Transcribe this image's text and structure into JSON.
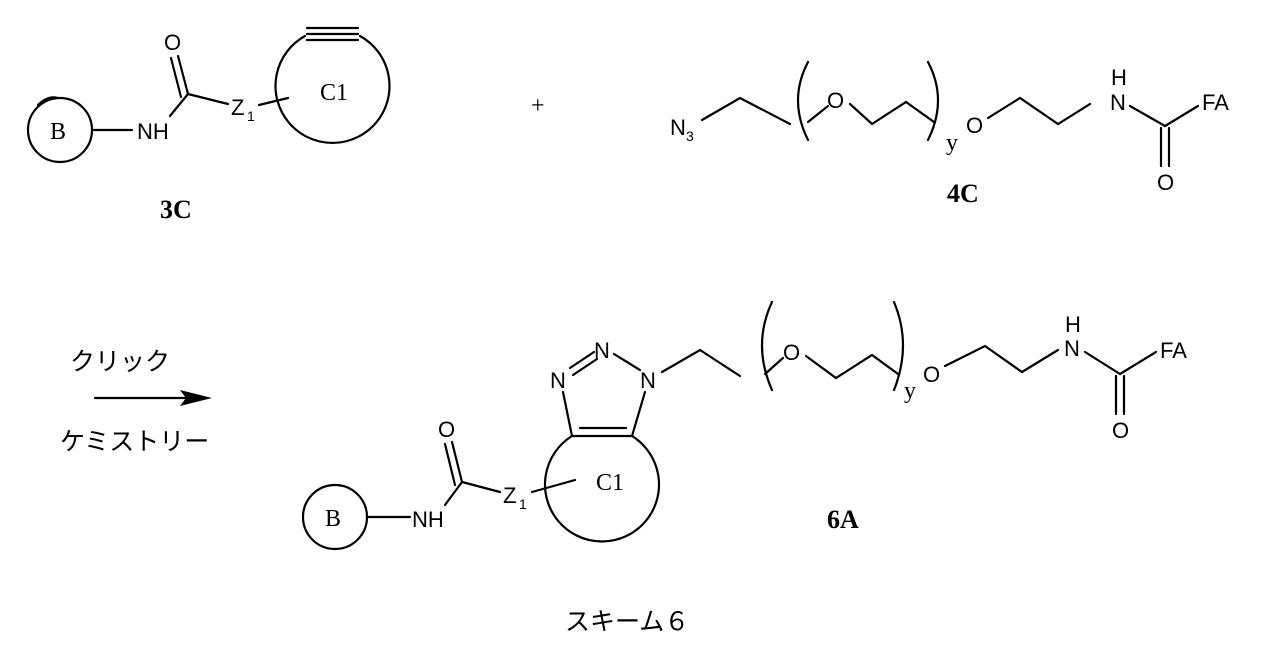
{
  "compound_3c": {
    "label": "3C",
    "ring_b": "B",
    "nh": "NH",
    "carbonyl_o": "O",
    "z": "Z",
    "z_sub": "1",
    "ring_c1": "C1"
  },
  "plus": "+",
  "compound_4c": {
    "label": "4C",
    "azide": "N",
    "azide_sub": "3",
    "ether_o": "O",
    "repeat": "y",
    "linker_o": "O",
    "amide_n": "N",
    "amide_h": "H",
    "fa": "FA",
    "amide_o": "O"
  },
  "arrow": {
    "top": "クリック",
    "bottom": "ケミストリー"
  },
  "compound_6a": {
    "label": "6A",
    "ring_b": "B",
    "nh": "NH",
    "carbonyl_o": "O",
    "z": "Z",
    "z_sub": "1",
    "ring_c1": "C1",
    "triazole_n_left": "N",
    "triazole_n_top": "N",
    "triazole_n_right": "N",
    "ether_o": "O",
    "repeat": "y",
    "linker_o": "O",
    "amide_n": "N",
    "amide_h": "H",
    "fa": "FA",
    "amide_o": "O"
  },
  "caption": "スキーム６"
}
